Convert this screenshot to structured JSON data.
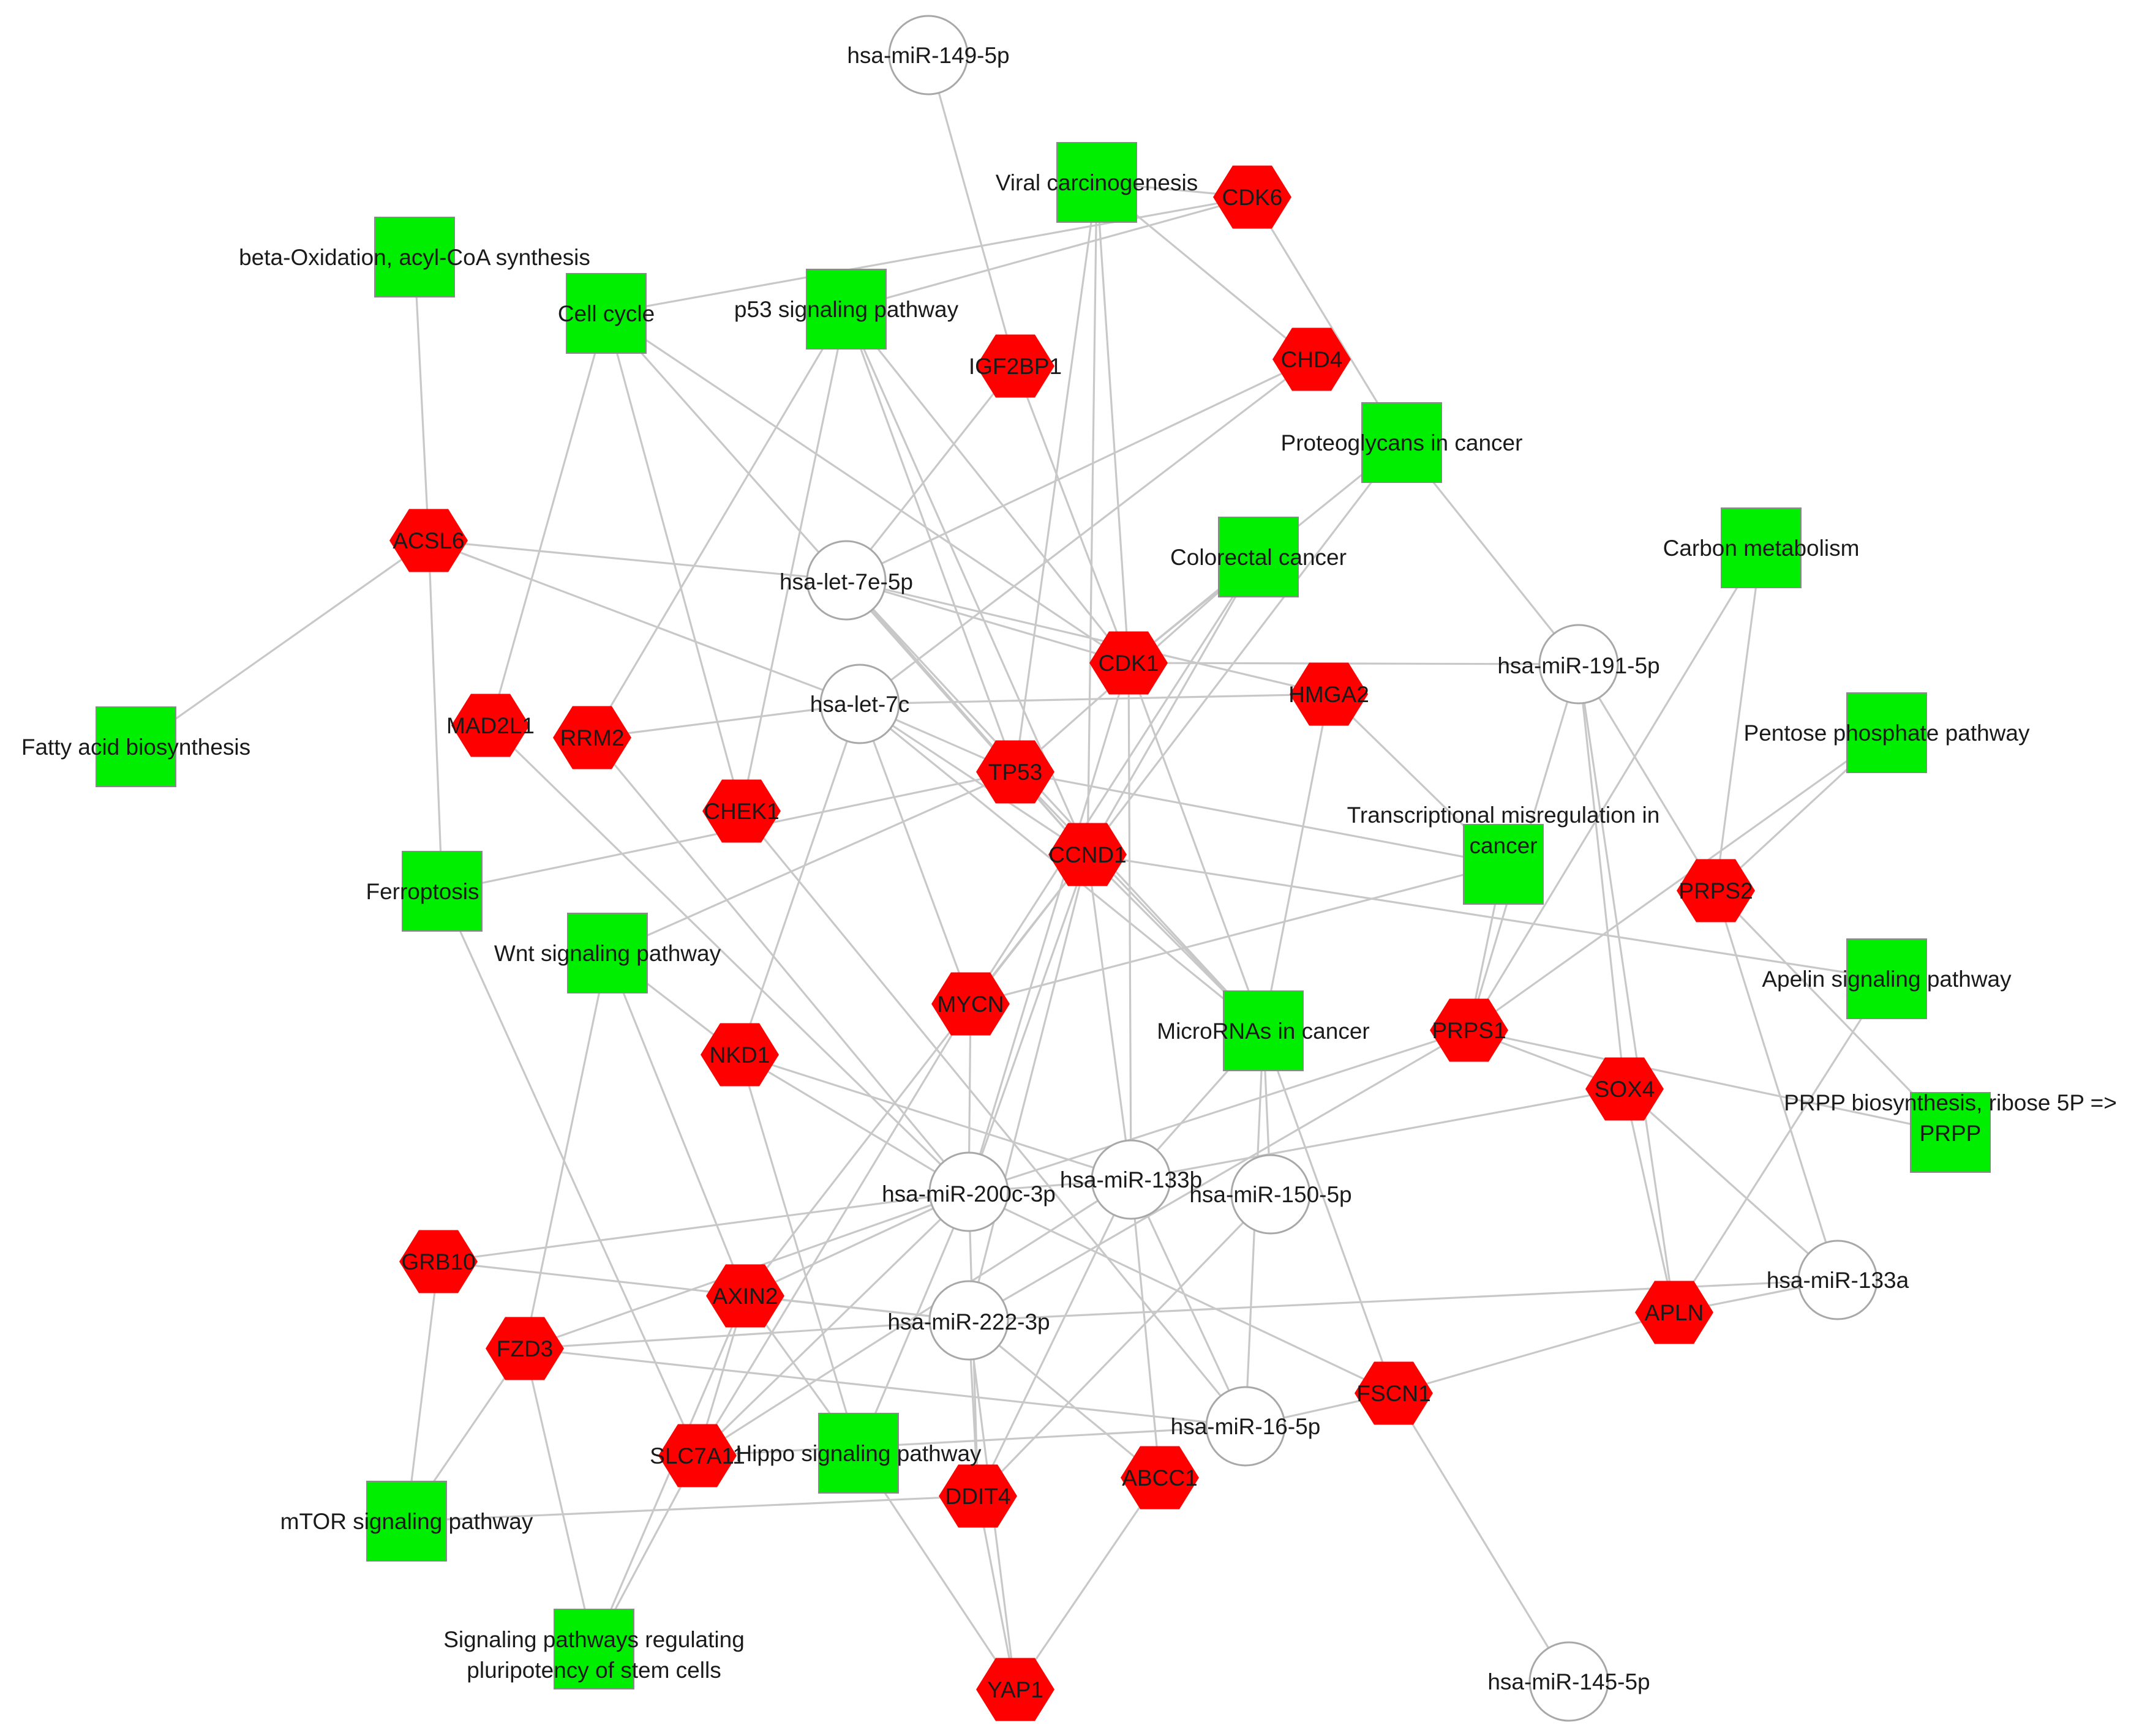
{
  "colors": {
    "gene": "#ff0000",
    "pathway": "#00ee00",
    "mirna_fill": "#ffffff",
    "mirna_border": "#a8a8a8",
    "edge": "#c8c8c8"
  },
  "legend_shapes": {
    "mirna": "circle",
    "gene": "hexagon",
    "pathway": "square"
  },
  "nodes": [
    {
      "id": "mir149",
      "type": "mirna",
      "label": "hsa-miR-149-5p"
    },
    {
      "id": "let7e",
      "type": "mirna",
      "label": "hsa-let-7e-5p"
    },
    {
      "id": "let7c",
      "type": "mirna",
      "label": "hsa-let-7c"
    },
    {
      "id": "mir191",
      "type": "mirna",
      "label": "hsa-miR-191-5p"
    },
    {
      "id": "mir200c",
      "type": "mirna",
      "label": "hsa-miR-200c-3p"
    },
    {
      "id": "mir133b",
      "type": "mirna",
      "label": "hsa-miR-133b"
    },
    {
      "id": "mir150",
      "type": "mirna",
      "label": "hsa-miR-150-5p"
    },
    {
      "id": "mir222",
      "type": "mirna",
      "label": "hsa-miR-222-3p"
    },
    {
      "id": "mir133a",
      "type": "mirna",
      "label": "hsa-miR-133a"
    },
    {
      "id": "mir16",
      "type": "mirna",
      "label": "hsa-miR-16-5p"
    },
    {
      "id": "mir145",
      "type": "mirna",
      "label": "hsa-miR-145-5p"
    },
    {
      "id": "CDK6",
      "type": "gene",
      "label": "CDK6"
    },
    {
      "id": "IGF2BP1",
      "type": "gene",
      "label": "IGF2BP1"
    },
    {
      "id": "CHD4",
      "type": "gene",
      "label": "CHD4"
    },
    {
      "id": "ACSL6",
      "type": "gene",
      "label": "ACSL6"
    },
    {
      "id": "CDK1",
      "type": "gene",
      "label": "CDK1"
    },
    {
      "id": "HMGA2",
      "type": "gene",
      "label": "HMGA2"
    },
    {
      "id": "MAD2L1",
      "type": "gene",
      "label": "MAD2L1"
    },
    {
      "id": "RRM2",
      "type": "gene",
      "label": "RRM2"
    },
    {
      "id": "TP53",
      "type": "gene",
      "label": "TP53"
    },
    {
      "id": "CHEK1",
      "type": "gene",
      "label": "CHEK1"
    },
    {
      "id": "CCND1",
      "type": "gene",
      "label": "CCND1"
    },
    {
      "id": "PRPS2",
      "type": "gene",
      "label": "PRPS2"
    },
    {
      "id": "MYCN",
      "type": "gene",
      "label": "MYCN"
    },
    {
      "id": "PRPS1",
      "type": "gene",
      "label": "PRPS1"
    },
    {
      "id": "NKD1",
      "type": "gene",
      "label": "NKD1"
    },
    {
      "id": "SOX4",
      "type": "gene",
      "label": "SOX4"
    },
    {
      "id": "GRB10",
      "type": "gene",
      "label": "GRB10"
    },
    {
      "id": "AXIN2",
      "type": "gene",
      "label": "AXIN2"
    },
    {
      "id": "APLN",
      "type": "gene",
      "label": "APLN"
    },
    {
      "id": "FZD3",
      "type": "gene",
      "label": "FZD3"
    },
    {
      "id": "FSCN1",
      "type": "gene",
      "label": "FSCN1"
    },
    {
      "id": "SLC7A11",
      "type": "gene",
      "label": "SLC7A11"
    },
    {
      "id": "DDIT4",
      "type": "gene",
      "label": "DDIT4"
    },
    {
      "id": "ABCC1",
      "type": "gene",
      "label": "ABCC1"
    },
    {
      "id": "YAP1",
      "type": "gene",
      "label": "YAP1"
    },
    {
      "id": "viral",
      "type": "pathway",
      "label": "Viral carcinogenesis"
    },
    {
      "id": "betaox",
      "type": "pathway",
      "label": "beta-Oxidation, acyl-CoA synthesis"
    },
    {
      "id": "cellcycle",
      "type": "pathway",
      "label": "Cell cycle"
    },
    {
      "id": "p53",
      "type": "pathway",
      "label": "p53 signaling pathway"
    },
    {
      "id": "proteo",
      "type": "pathway",
      "label": "Proteoglycans in cancer"
    },
    {
      "id": "carbon",
      "type": "pathway",
      "label": "Carbon metabolism"
    },
    {
      "id": "colorectal",
      "type": "pathway",
      "label": "Colorectal cancer"
    },
    {
      "id": "fattyacid",
      "type": "pathway",
      "label": "Fatty acid biosynthesis"
    },
    {
      "id": "pentose",
      "type": "pathway",
      "label": "Pentose phosphate pathway"
    },
    {
      "id": "transcr",
      "type": "pathway",
      "label": [
        "Transcriptional misregulation in",
        "cancer"
      ]
    },
    {
      "id": "ferro",
      "type": "pathway",
      "label": "Ferroptosis"
    },
    {
      "id": "wnt",
      "type": "pathway",
      "label": "Wnt signaling pathway"
    },
    {
      "id": "apelin",
      "type": "pathway",
      "label": "Apelin signaling pathway"
    },
    {
      "id": "micro",
      "type": "pathway",
      "label": "MicroRNAs in cancer"
    },
    {
      "id": "prpp",
      "type": "pathway",
      "label": [
        "PRPP biosynthesis, ribose 5P =>",
        "PRPP"
      ]
    },
    {
      "id": "hippo",
      "type": "pathway",
      "label": "Hippo signaling pathway"
    },
    {
      "id": "mtor",
      "type": "pathway",
      "label": "mTOR signaling pathway"
    },
    {
      "id": "stem",
      "type": "pathway",
      "label": [
        "Signaling pathways regulating",
        "pluripotency of stem cells"
      ]
    }
  ],
  "edges": [
    [
      "mir149",
      "IGF2BP1"
    ],
    [
      "viral",
      "CDK6"
    ],
    [
      "viral",
      "TP53"
    ],
    [
      "viral",
      "CCND1"
    ],
    [
      "viral",
      "CDK1"
    ],
    [
      "viral",
      "CHD4"
    ],
    [
      "CDK6",
      "proteo"
    ],
    [
      "CDK6",
      "cellcycle"
    ],
    [
      "CDK6",
      "p53"
    ],
    [
      "betaox",
      "ACSL6"
    ],
    [
      "ACSL6",
      "fattyacid"
    ],
    [
      "ACSL6",
      "ferro"
    ],
    [
      "ACSL6",
      "let7e"
    ],
    [
      "ACSL6",
      "let7c"
    ],
    [
      "cellcycle",
      "MAD2L1"
    ],
    [
      "cellcycle",
      "CHEK1"
    ],
    [
      "cellcycle",
      "CDK1"
    ],
    [
      "cellcycle",
      "CCND1"
    ],
    [
      "p53",
      "RRM2"
    ],
    [
      "p53",
      "CHEK1"
    ],
    [
      "p53",
      "TP53"
    ],
    [
      "p53",
      "CCND1"
    ],
    [
      "p53",
      "CDK1"
    ],
    [
      "IGF2BP1",
      "let7e"
    ],
    [
      "IGF2BP1",
      "CDK1"
    ],
    [
      "CHD4",
      "let7e"
    ],
    [
      "CHD4",
      "let7c"
    ],
    [
      "proteo",
      "CDK1"
    ],
    [
      "proteo",
      "CCND1"
    ],
    [
      "proteo",
      "mir191"
    ],
    [
      "colorectal",
      "CDK1"
    ],
    [
      "colorectal",
      "TP53"
    ],
    [
      "colorectal",
      "CCND1"
    ],
    [
      "colorectal",
      "MYCN"
    ],
    [
      "carbon",
      "PRPS2"
    ],
    [
      "carbon",
      "PRPS1"
    ],
    [
      "let7e",
      "CDK1"
    ],
    [
      "let7e",
      "TP53"
    ],
    [
      "let7e",
      "CCND1"
    ],
    [
      "let7e",
      "micro"
    ],
    [
      "let7e",
      "HMGA2"
    ],
    [
      "let7c",
      "RRM2"
    ],
    [
      "let7c",
      "TP53"
    ],
    [
      "let7c",
      "CCND1"
    ],
    [
      "let7c",
      "micro"
    ],
    [
      "let7c",
      "MYCN"
    ],
    [
      "let7c",
      "NKD1"
    ],
    [
      "CDK1",
      "mir191"
    ],
    [
      "CDK1",
      "micro"
    ],
    [
      "CDK1",
      "mir200c"
    ],
    [
      "CDK1",
      "mir133b"
    ],
    [
      "HMGA2",
      "let7c"
    ],
    [
      "HMGA2",
      "transcr"
    ],
    [
      "HMGA2",
      "micro"
    ],
    [
      "mir191",
      "PRPS2"
    ],
    [
      "mir191",
      "PRPS1"
    ],
    [
      "mir191",
      "SOX4"
    ],
    [
      "mir191",
      "APLN"
    ],
    [
      "pentose",
      "PRPS2"
    ],
    [
      "pentose",
      "PRPS1"
    ],
    [
      "PRPS2",
      "prpp"
    ],
    [
      "PRPS2",
      "mir133a"
    ],
    [
      "MAD2L1",
      "mir200c"
    ],
    [
      "RRM2",
      "mir200c"
    ],
    [
      "CHEK1",
      "mir16"
    ],
    [
      "TP53",
      "ferro"
    ],
    [
      "TP53",
      "transcr"
    ],
    [
      "TP53",
      "micro"
    ],
    [
      "TP53",
      "wnt"
    ],
    [
      "CCND1",
      "apelin"
    ],
    [
      "CCND1",
      "micro"
    ],
    [
      "CCND1",
      "MYCN"
    ],
    [
      "CCND1",
      "mir200c"
    ],
    [
      "CCND1",
      "mir222"
    ],
    [
      "CCND1",
      "mir133b"
    ],
    [
      "CCND1",
      "AXIN2"
    ],
    [
      "ferro",
      "SLC7A11"
    ],
    [
      "wnt",
      "NKD1"
    ],
    [
      "wnt",
      "FZD3"
    ],
    [
      "wnt",
      "AXIN2"
    ],
    [
      "MYCN",
      "mir200c"
    ],
    [
      "MYCN",
      "transcr"
    ],
    [
      "MYCN",
      "SLC7A11"
    ],
    [
      "micro",
      "mir150"
    ],
    [
      "micro",
      "mir16"
    ],
    [
      "micro",
      "FSCN1"
    ],
    [
      "micro",
      "mir133b"
    ],
    [
      "PRPS1",
      "SOX4"
    ],
    [
      "PRPS1",
      "mir200c"
    ],
    [
      "PRPS1",
      "mir222"
    ],
    [
      "PRPS1",
      "prpp"
    ],
    [
      "PRPS1",
      "transcr"
    ],
    [
      "SOX4",
      "mir133a"
    ],
    [
      "SOX4",
      "APLN"
    ],
    [
      "SOX4",
      "mir133b"
    ],
    [
      "apelin",
      "APLN"
    ],
    [
      "NKD1",
      "mir200c"
    ],
    [
      "NKD1",
      "hippo"
    ],
    [
      "NKD1",
      "mir133b"
    ],
    [
      "mir200c",
      "GRB10"
    ],
    [
      "mir200c",
      "AXIN2"
    ],
    [
      "mir200c",
      "FZD3"
    ],
    [
      "mir200c",
      "FSCN1"
    ],
    [
      "mir200c",
      "DDIT4"
    ],
    [
      "mir200c",
      "SLC7A11"
    ],
    [
      "mir200c",
      "hippo"
    ],
    [
      "mir200c",
      "mir133b"
    ],
    [
      "mir133b",
      "DDIT4"
    ],
    [
      "mir133b",
      "ABCC1"
    ],
    [
      "mir133b",
      "SLC7A11"
    ],
    [
      "mir133b",
      "mir16"
    ],
    [
      "mir150",
      "DDIT4"
    ],
    [
      "GRB10",
      "mtor"
    ],
    [
      "GRB10",
      "mir222"
    ],
    [
      "AXIN2",
      "hippo"
    ],
    [
      "AXIN2",
      "stem"
    ],
    [
      "AXIN2",
      "mir222"
    ],
    [
      "AXIN2",
      "SLC7A11"
    ],
    [
      "mir222",
      "FZD3"
    ],
    [
      "mir222",
      "DDIT4"
    ],
    [
      "mir222",
      "YAP1"
    ],
    [
      "mir222",
      "mir133a"
    ],
    [
      "mir222",
      "ABCC1"
    ],
    [
      "APLN",
      "mir133a"
    ],
    [
      "APLN",
      "FSCN1"
    ],
    [
      "FZD3",
      "mtor"
    ],
    [
      "FZD3",
      "stem"
    ],
    [
      "FZD3",
      "mir16"
    ],
    [
      "FSCN1",
      "mir145"
    ],
    [
      "FSCN1",
      "mir16"
    ],
    [
      "SLC7A11",
      "mir16"
    ],
    [
      "DDIT4",
      "mtor"
    ],
    [
      "DDIT4",
      "YAP1"
    ],
    [
      "ABCC1",
      "YAP1"
    ],
    [
      "hippo",
      "YAP1"
    ],
    [
      "stem",
      "SLC7A11"
    ]
  ]
}
